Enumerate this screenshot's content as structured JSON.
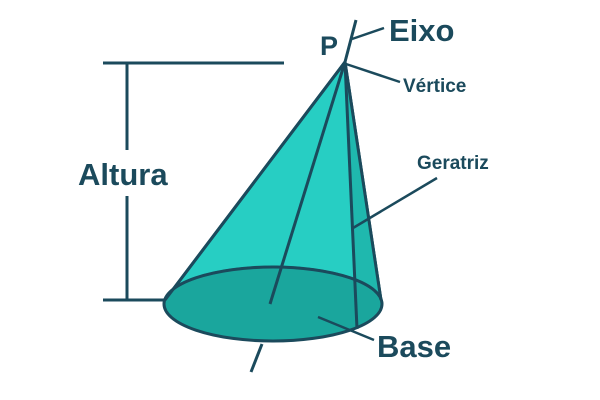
{
  "labels": {
    "apex": "P",
    "axis": "Eixo",
    "vertex": "Vértice",
    "height": "Altura",
    "generatrix": "Geratriz",
    "base": "Base"
  },
  "colors": {
    "ink": "#1b4a5c",
    "cone_body": "#27cec3",
    "cone_shadow": "#1fb8ae",
    "base_fill": "#1aa69d"
  }
}
